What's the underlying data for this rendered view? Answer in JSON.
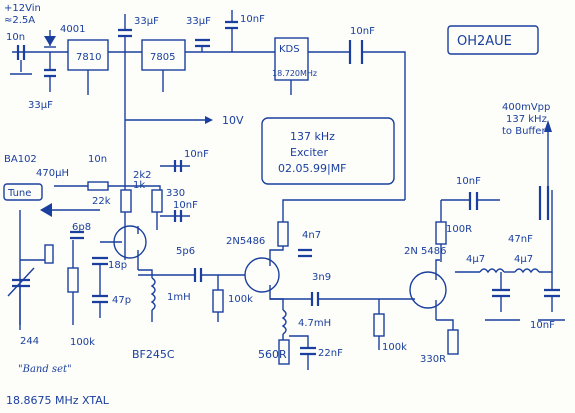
{
  "diagram": {
    "title": "OH2AUE",
    "note_lines": [
      "137 kHz",
      "Exciter",
      "02.05.99|MF"
    ],
    "supply_lines": [
      "+12Vin",
      "≈2.5A"
    ],
    "rail_label": "10V",
    "output_lines": [
      "400mVpp",
      "137 kHz",
      "to Buffer"
    ],
    "band_set": "\"Band set\"",
    "crystal": "18.8675 MHz XTAL",
    "tune_label": "Tune",
    "labels": {
      "c_in": "10n",
      "diode": "4001",
      "reg1": "7810",
      "reg2": "7805",
      "c_reg2_in": "33μF",
      "c_reg2_out": "33μF",
      "c_reg2_dec": "10nF",
      "osc_module": "KDS",
      "osc_freq": "18.720MHz",
      "c_osc": "10nF",
      "c_in_elko": "33μF",
      "varicap": "BA102",
      "c_470": "470μH",
      "c_10n_a": "10n",
      "r_22k": "22k",
      "r_2k2": "2k2",
      "r_1k": "1k",
      "c_10nf_b": "10nF",
      "r_330": "330",
      "c_10nf_c": "10nF",
      "c_6p8": "6p8",
      "c_18p": "18p",
      "c_47p": "47p",
      "c_5p6": "5p6",
      "ind_1mh": "1mH",
      "r_100k_a": "100k",
      "r_100k_b": "100k",
      "trimmer": "244",
      "q1": "BF245C",
      "q2": "2N5486",
      "c_4n7_a": "4n7",
      "c_3n9": "3n9",
      "ind_4_7mh": "4.7mH",
      "r_560": "560R",
      "c_22nf": "22nF",
      "r_100k_c": "100k",
      "c_10nf_d": "10nF",
      "r_100r": "100R",
      "q3": "2N 5486",
      "l_4u7_a": "4μ7",
      "l_4u7_b": "4μ7",
      "c_47nf": "47nF",
      "c_10nf_e": "10nF",
      "r_330r": "330R"
    }
  }
}
